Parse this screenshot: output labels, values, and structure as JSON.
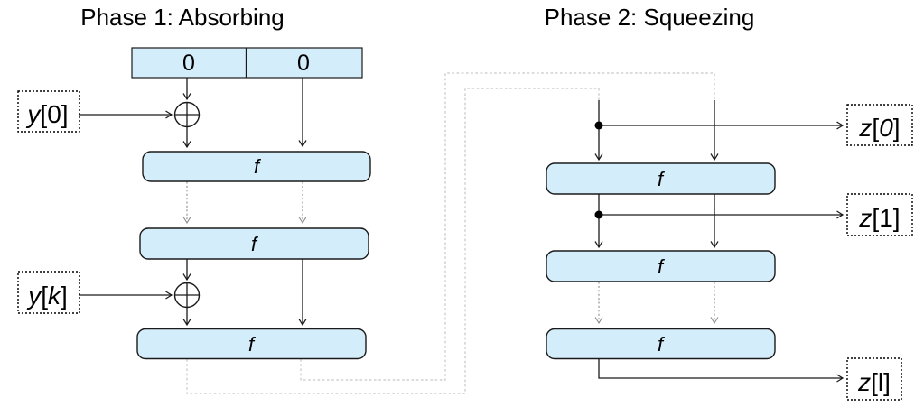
{
  "phase1": {
    "title": "Phase 1: Absorbing",
    "state": {
      "cell1": "0",
      "cell2": "0"
    },
    "f_label": "f",
    "input1": {
      "v": "y",
      "rest": "[0]"
    },
    "input2": {
      "v": "y",
      "open": "[",
      "idx": "k",
      "close": "]"
    }
  },
  "phase2": {
    "title": "Phase 2: Squeezing",
    "f_label": "f",
    "out1": {
      "v": "z",
      "open": "[",
      "idx": "0",
      "close": "]"
    },
    "out2": {
      "v": "z",
      "rest": "[1]"
    },
    "out3": {
      "v": "z",
      "rest": "[l]"
    }
  },
  "colors": {
    "box_fill": "#d4edfa",
    "box_stroke": "#1a1a1a",
    "iteration_arrow": "#8a8a8a",
    "feedback_line": "#c6c6c6",
    "text": "#000000",
    "background": "#ffffff"
  }
}
